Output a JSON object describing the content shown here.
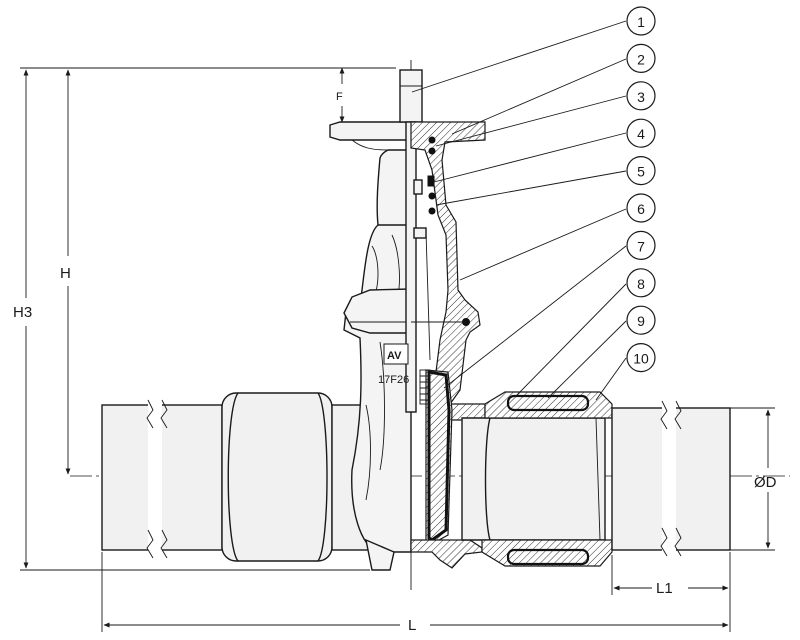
{
  "dimensions": {
    "F": "F",
    "H": "H",
    "H3": "H3",
    "L": "L",
    "L1": "L1",
    "D": "ØD"
  },
  "body_marking": "17F26",
  "logo": "AV",
  "callouts": [
    "1",
    "2",
    "3",
    "4",
    "5",
    "6",
    "7",
    "8",
    "9",
    "10"
  ]
}
